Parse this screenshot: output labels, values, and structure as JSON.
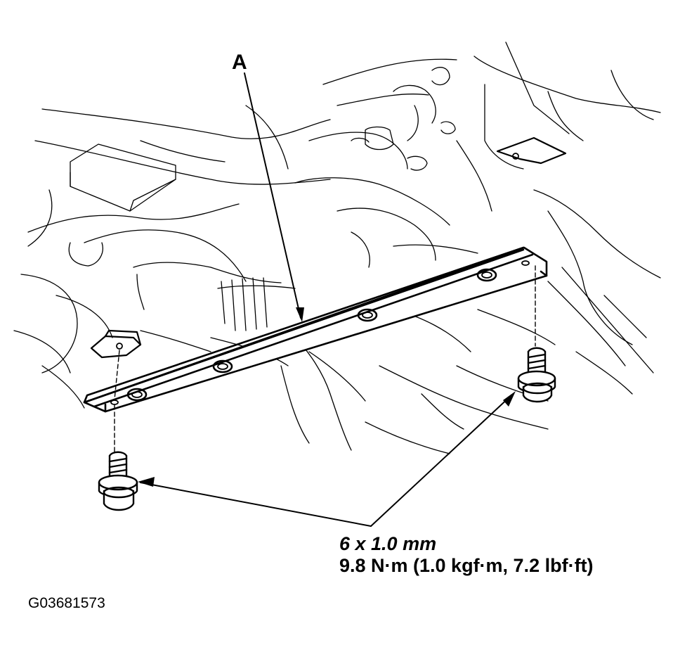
{
  "callout": {
    "part_letter": "A"
  },
  "fastener_spec": {
    "size": "6 x 1.0 mm",
    "torque": "9.8 N·m (1.0 kgf·m, 7.2 lbf·ft)"
  },
  "figure_id": "G03681573",
  "colors": {
    "line": "#000000",
    "background": "#ffffff"
  }
}
